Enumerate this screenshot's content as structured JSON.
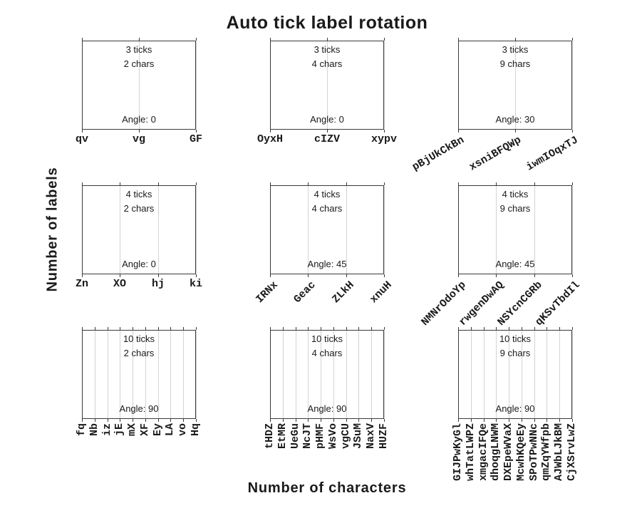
{
  "colors": {
    "text": "#1a1a1a",
    "axis": "#3a3a3a",
    "grid": "#d4d4d4",
    "background": "#ffffff"
  },
  "chart_data": {
    "type": "subplot-grid",
    "figure_title": "Auto tick label rotation",
    "xlabel": "Number of characters",
    "ylabel": "Number of labels",
    "grid": "vertical-only",
    "rows": 3,
    "cols": 3,
    "subplots": [
      {
        "row": 0,
        "col": 0,
        "ticks_label": "3 ticks",
        "chars_label": "2 chars",
        "angle_label": "Angle: 0",
        "rotation_deg": 0,
        "x_tick_labels": [
          "qv",
          "vg",
          "GF"
        ]
      },
      {
        "row": 0,
        "col": 1,
        "ticks_label": "3 ticks",
        "chars_label": "4 chars",
        "angle_label": "Angle: 0",
        "rotation_deg": 0,
        "x_tick_labels": [
          "OyxH",
          "cIZV",
          "xypv"
        ]
      },
      {
        "row": 0,
        "col": 2,
        "ticks_label": "3 ticks",
        "chars_label": "9 chars",
        "angle_label": "Angle: 30",
        "rotation_deg": 30,
        "x_tick_labels": [
          "pBjUkCkBn",
          "xsniBFQWp",
          "iwmIOqxTJ"
        ]
      },
      {
        "row": 1,
        "col": 0,
        "ticks_label": "4 ticks",
        "chars_label": "2 chars",
        "angle_label": "Angle: 0",
        "rotation_deg": 0,
        "x_tick_labels": [
          "Zn",
          "XO",
          "hj",
          "ki"
        ]
      },
      {
        "row": 1,
        "col": 1,
        "ticks_label": "4 ticks",
        "chars_label": "4 chars",
        "angle_label": "Angle: 45",
        "rotation_deg": 45,
        "x_tick_labels": [
          "IRNx",
          "Geac",
          "ZLkH",
          "xnuH"
        ]
      },
      {
        "row": 1,
        "col": 2,
        "ticks_label": "4 ticks",
        "chars_label": "9 chars",
        "angle_label": "Angle: 45",
        "rotation_deg": 45,
        "x_tick_labels": [
          "NMNrOdoYp",
          "rwgenDwAQ",
          "NSYcnCGRb",
          "qKSvTbdIl"
        ]
      },
      {
        "row": 2,
        "col": 0,
        "ticks_label": "10 ticks",
        "chars_label": "2 chars",
        "angle_label": "Angle: 90",
        "rotation_deg": 90,
        "x_tick_labels": [
          "fq",
          "Nb",
          "iz",
          "jE",
          "mX",
          "XF",
          "Ey",
          "LA",
          "vo",
          "Hq"
        ]
      },
      {
        "row": 2,
        "col": 1,
        "ticks_label": "10 ticks",
        "chars_label": "4 chars",
        "angle_label": "Angle: 90",
        "rotation_deg": 90,
        "x_tick_labels": [
          "tHDZ",
          "EtMR",
          "UeGu",
          "NcJT",
          "pHMF",
          "WsVo",
          "vgCU",
          "JSuM",
          "NaxV",
          "HUZF"
        ]
      },
      {
        "row": 2,
        "col": 2,
        "ticks_label": "10 ticks",
        "chars_label": "9 chars",
        "angle_label": "Angle: 90",
        "rotation_deg": 90,
        "x_tick_labels": [
          "GIJPwKyGl",
          "whTatLWPZ",
          "xmgacIFQe",
          "dhoqgLNWM",
          "DXEpeWVaX",
          "McwhKQeEy",
          "SPoTPwNNc",
          "qmZqYWfpb",
          "AJWbLJkBM",
          "CjXSrvLwZ"
        ]
      }
    ]
  }
}
